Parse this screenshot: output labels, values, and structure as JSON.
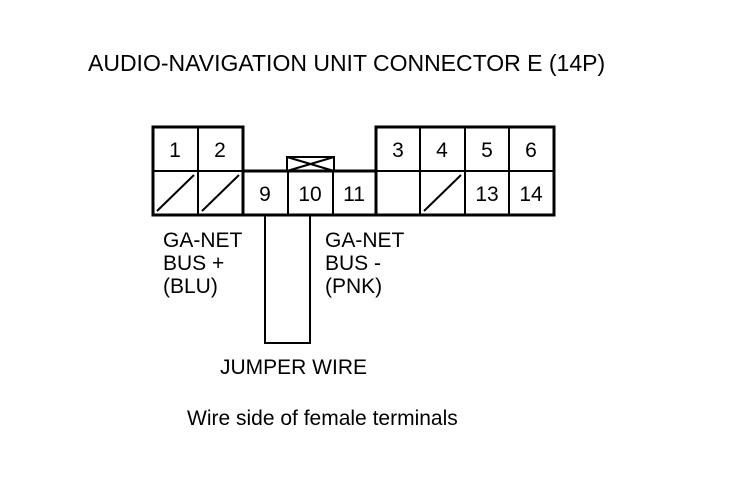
{
  "title": "AUDIO-NAVIGATION UNIT CONNECTOR E (14P)",
  "pins": {
    "p1": "1",
    "p2": "2",
    "p3": "3",
    "p4": "4",
    "p5": "5",
    "p6": "6",
    "p9": "9",
    "p10": "10",
    "p11": "11",
    "p13": "13",
    "p14": "14"
  },
  "labels": {
    "left": {
      "line1": "GA-NET",
      "line2": "BUS +",
      "line3": "(BLU)"
    },
    "right": {
      "line1": "GA-NET",
      "line2": "BUS -",
      "line3": "(PNK)"
    },
    "jumper": "JUMPER WIRE"
  },
  "caption": "Wire side of female terminals"
}
